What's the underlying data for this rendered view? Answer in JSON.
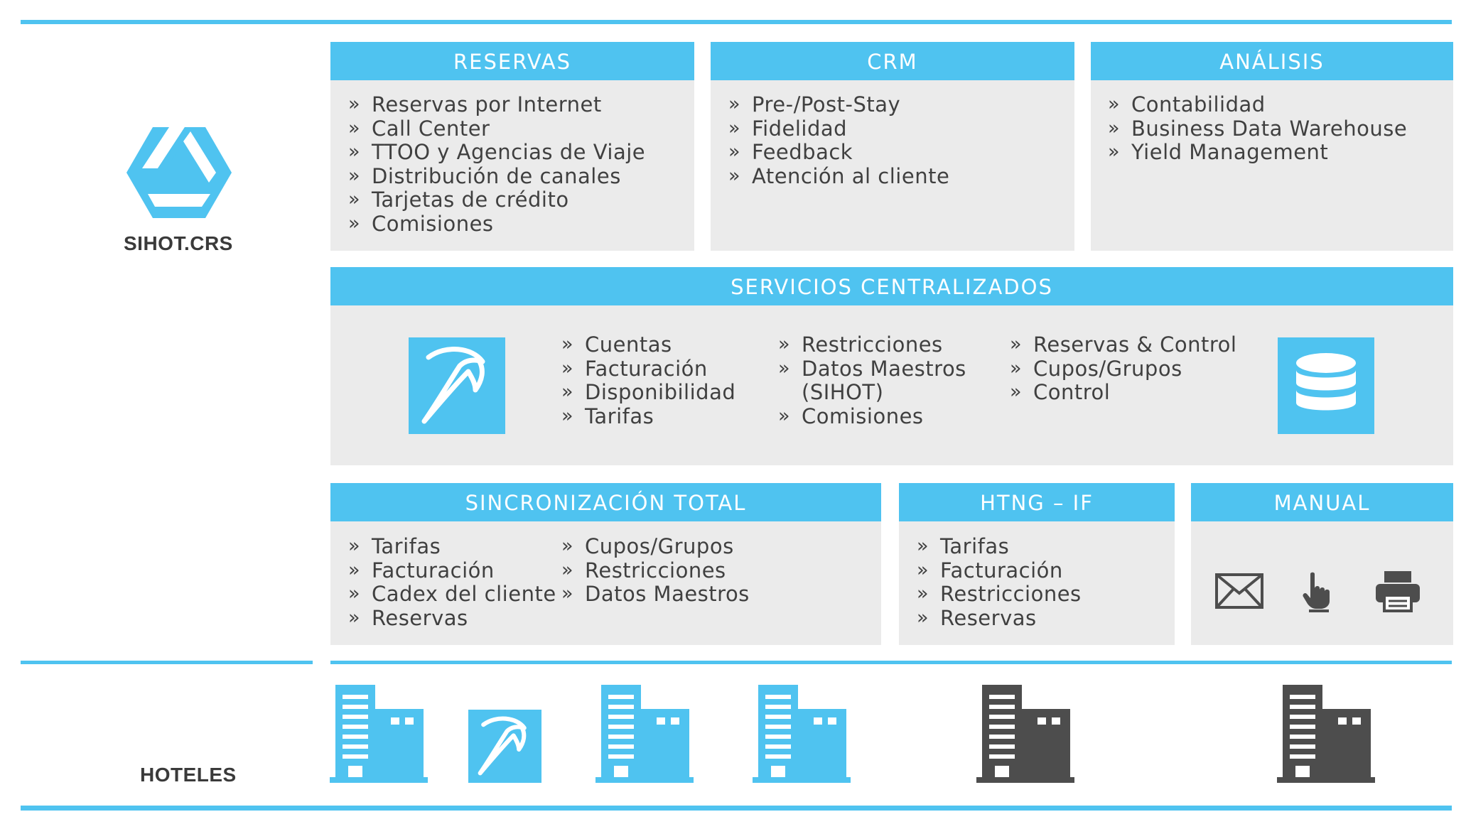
{
  "colors": {
    "accent": "#4fc3f0",
    "panel_bg": "#ebebeb",
    "text": "#404040",
    "dark_building": "#4d4d4d"
  },
  "brand": {
    "name": "SIHOT.CRS",
    "logo_icon": "hexagon-logo-icon"
  },
  "panels": {
    "reservas": {
      "title": "RESERVAS",
      "items": [
        "Reservas por Internet",
        "Call Center",
        "TTOO y Agencias de Viaje",
        "Distribución de canales",
        "Tarjetas de crédito",
        "Comisiones"
      ]
    },
    "crm": {
      "title": "CRM",
      "items": [
        "Pre-/Post-Stay",
        "Fidelidad",
        "Feedback",
        "Atención al cliente"
      ]
    },
    "analisis": {
      "title": "ANÁLISIS",
      "items": [
        "Contabilidad",
        "Business Data Warehouse",
        "Yield Management"
      ]
    }
  },
  "servicios": {
    "title": "SERVICIOS CENTRALIZADOS",
    "col1": [
      "Cuentas",
      "Facturación",
      "Disponibilidad",
      "Tarifas"
    ],
    "col2": [
      "Restricciones",
      "Datos Maestros",
      "(SIHOT)",
      "Comisiones"
    ],
    "col3": [
      "Reservas & Control",
      "Cupos/Grupos",
      "Control"
    ],
    "icons": [
      "sihot-swoosh-icon",
      "database-icon"
    ]
  },
  "sincronizacion": {
    "title": "SINCRONIZACIÓN TOTAL",
    "col1": [
      "Tarifas",
      "Facturación",
      "Cadex del cliente",
      "Reservas"
    ],
    "col2": [
      "Cupos/Grupos",
      "Restricciones",
      "Datos Maestros"
    ]
  },
  "htng": {
    "title": "HTNG – IF",
    "items": [
      "Tarifas",
      "Facturación",
      "Restricciones",
      "Reservas"
    ]
  },
  "manual": {
    "title": "MANUAL",
    "icons": [
      "envelope-icon",
      "pointer-hand-icon",
      "printer-icon"
    ]
  },
  "hoteles": {
    "label": "HOTELES",
    "icons": [
      "building-blue-icon",
      "sihot-swoosh-icon",
      "building-blue-icon",
      "building-blue-icon",
      "building-dark-icon",
      "building-dark-icon"
    ]
  }
}
